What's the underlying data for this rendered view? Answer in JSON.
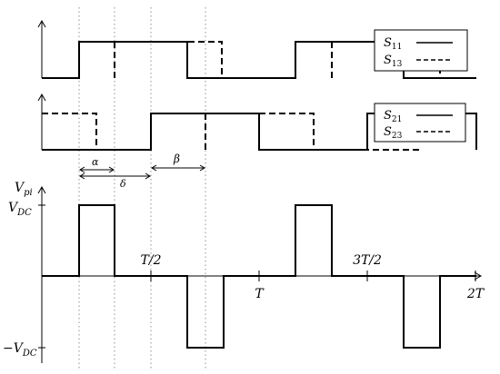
{
  "top_panel": {
    "legend": [
      {
        "name": "S",
        "sub": "11",
        "style": "solid"
      },
      {
        "name": "S",
        "sub": "13",
        "style": "dashed"
      }
    ]
  },
  "middle_panel": {
    "legend": [
      {
        "name": "S",
        "sub": "21",
        "style": "solid"
      },
      {
        "name": "S",
        "sub": "23",
        "style": "dashed"
      }
    ]
  },
  "bottom_panel": {
    "y_axis_label": {
      "main": "V",
      "sub": "pi"
    },
    "y_ticks": [
      {
        "main": "V",
        "sub": "DC"
      },
      {
        "main": "−V",
        "sub": "DC"
      }
    ],
    "x_ticks": [
      "T/2",
      "T",
      "3T/2",
      "2T"
    ]
  },
  "annotations": {
    "alpha": "α",
    "delta": "δ",
    "beta": "β"
  }
}
